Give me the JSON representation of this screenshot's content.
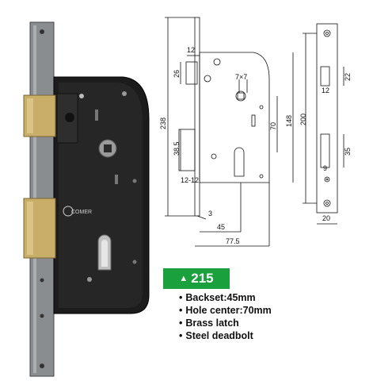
{
  "product": {
    "model": "215",
    "brand": "COMER",
    "specs": [
      "Backset:45mm",
      "Hole center:70mm",
      "Brass latch",
      "Steel deadbolt"
    ]
  },
  "drawing": {
    "dimensions": {
      "d12": "12",
      "d26": "26",
      "d238": "238",
      "d38_5": "38.5",
      "d12_12": "12-12",
      "d7x7": "7×7",
      "d70": "70",
      "d148": "148",
      "d3": "3",
      "d45": "45",
      "d77_5": "77.5",
      "d200": "200",
      "d22": "22",
      "d12b": "12",
      "d35": "35",
      "d9": "9",
      "d20": "20"
    }
  },
  "colors": {
    "badge": "#1aa03c",
    "lock_body": "#1c1c1c",
    "brass": "#c9ae6a"
  }
}
